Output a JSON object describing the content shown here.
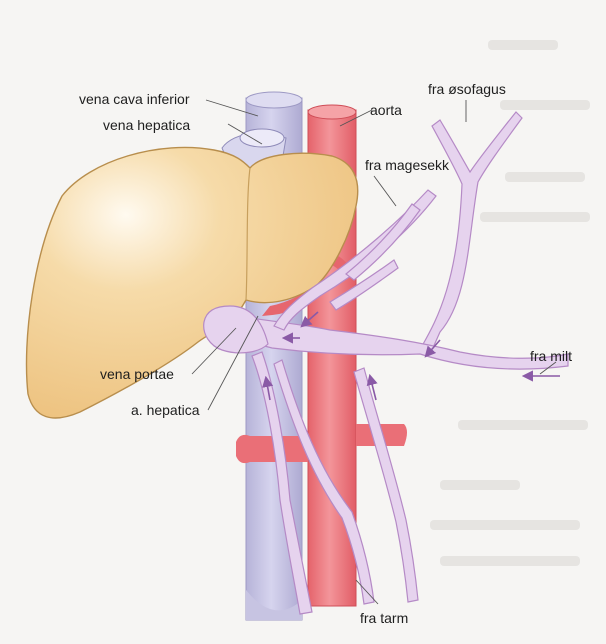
{
  "labels": {
    "vena_cava_inferior": "vena cava inferior",
    "vena_hepatica": "vena hepatica",
    "aorta": "aorta",
    "fra_osofagus": "fra øsofagus",
    "fra_magesekk": "fra magesekk",
    "fra_milt": "fra milt",
    "vena_portae": "vena portae",
    "a_hepatica": "a. hepatica",
    "fra_tarm": "fra tarm"
  },
  "colors": {
    "background": "#f6f5f3",
    "liver": "#f1cf95",
    "vena_cava": "#c9c6e2",
    "aorta": "#ec7c82",
    "portal_system": "#e6d3ee",
    "portal_outline": "#b58ac6",
    "arrow": "#9a6cb3"
  }
}
